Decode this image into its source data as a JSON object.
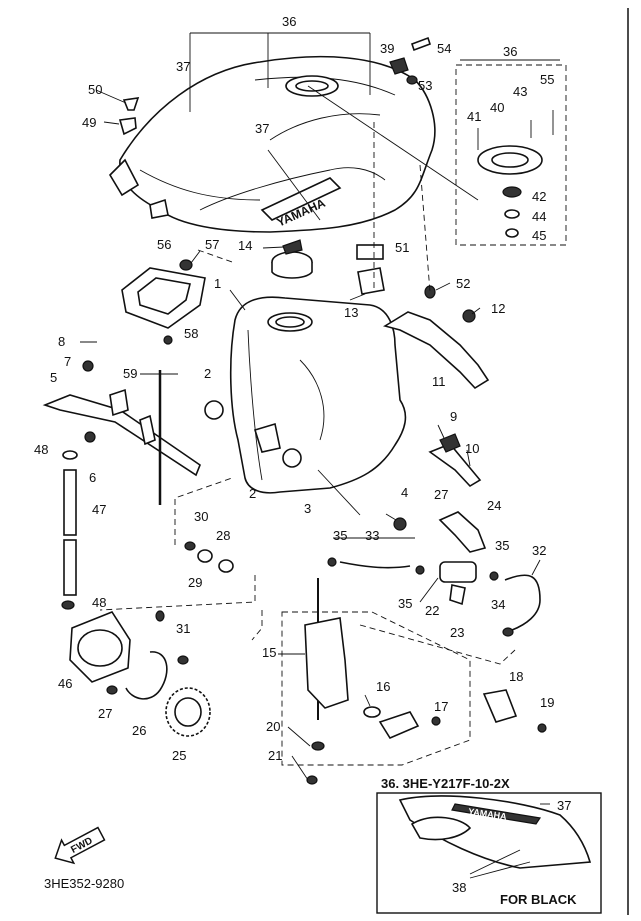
{
  "callouts": [
    {
      "id": "c36a",
      "text": "36"
    },
    {
      "id": "c37a",
      "text": "37"
    },
    {
      "id": "c37b",
      "text": "37"
    },
    {
      "id": "c39",
      "text": "39"
    },
    {
      "id": "c54",
      "text": "54"
    },
    {
      "id": "c53",
      "text": "53"
    },
    {
      "id": "c36b",
      "text": "36"
    },
    {
      "id": "c55",
      "text": "55"
    },
    {
      "id": "c43",
      "text": "43"
    },
    {
      "id": "c40",
      "text": "40"
    },
    {
      "id": "c41",
      "text": "41"
    },
    {
      "id": "c42",
      "text": "42"
    },
    {
      "id": "c44",
      "text": "44"
    },
    {
      "id": "c45",
      "text": "45"
    },
    {
      "id": "c50",
      "text": "50"
    },
    {
      "id": "c49",
      "text": "49"
    },
    {
      "id": "c56",
      "text": "56"
    },
    {
      "id": "c57",
      "text": "57"
    },
    {
      "id": "c14",
      "text": "14"
    },
    {
      "id": "c51",
      "text": "51"
    },
    {
      "id": "c1",
      "text": "1"
    },
    {
      "id": "c52",
      "text": "52"
    },
    {
      "id": "c13",
      "text": "13"
    },
    {
      "id": "c12",
      "text": "12"
    },
    {
      "id": "c58",
      "text": "58"
    },
    {
      "id": "c8",
      "text": "8"
    },
    {
      "id": "c7",
      "text": "7"
    },
    {
      "id": "c59",
      "text": "59"
    },
    {
      "id": "c5",
      "text": "5"
    },
    {
      "id": "c2a",
      "text": "2"
    },
    {
      "id": "c11",
      "text": "11"
    },
    {
      "id": "c9",
      "text": "9"
    },
    {
      "id": "c10",
      "text": "10"
    },
    {
      "id": "c48a",
      "text": "48"
    },
    {
      "id": "c6",
      "text": "6"
    },
    {
      "id": "c2b",
      "text": "2"
    },
    {
      "id": "c4",
      "text": "4"
    },
    {
      "id": "c27a",
      "text": "27"
    },
    {
      "id": "c24",
      "text": "24"
    },
    {
      "id": "c3",
      "text": "3"
    },
    {
      "id": "c47",
      "text": "47"
    },
    {
      "id": "c30",
      "text": "30"
    },
    {
      "id": "c28",
      "text": "28"
    },
    {
      "id": "c35a",
      "text": "35"
    },
    {
      "id": "c33",
      "text": "33"
    },
    {
      "id": "c35b",
      "text": "35"
    },
    {
      "id": "c32",
      "text": "32"
    },
    {
      "id": "c29",
      "text": "29"
    },
    {
      "id": "c22",
      "text": "22"
    },
    {
      "id": "c35c",
      "text": "35"
    },
    {
      "id": "c23",
      "text": "23"
    },
    {
      "id": "c34",
      "text": "34"
    },
    {
      "id": "c48b",
      "text": "48"
    },
    {
      "id": "c31",
      "text": "31"
    },
    {
      "id": "c15",
      "text": "15"
    },
    {
      "id": "c46",
      "text": "46"
    },
    {
      "id": "c16",
      "text": "16"
    },
    {
      "id": "c18",
      "text": "18"
    },
    {
      "id": "c27b",
      "text": "27"
    },
    {
      "id": "c26",
      "text": "26"
    },
    {
      "id": "c17",
      "text": "17"
    },
    {
      "id": "c19",
      "text": "19"
    },
    {
      "id": "c20",
      "text": "20"
    },
    {
      "id": "c25",
      "text": "25"
    },
    {
      "id": "c21",
      "text": "21"
    },
    {
      "id": "c37c",
      "text": "37"
    },
    {
      "id": "c38",
      "text": "38"
    }
  ],
  "tank_decal": "YAMAHA",
  "inset": {
    "title": "36. 3HE-Y217F-10-2X",
    "decal": "YAMAHA",
    "footer": "FOR BLACK"
  },
  "front_arrow": "FWD",
  "diagram_code": "3HE352-9280"
}
